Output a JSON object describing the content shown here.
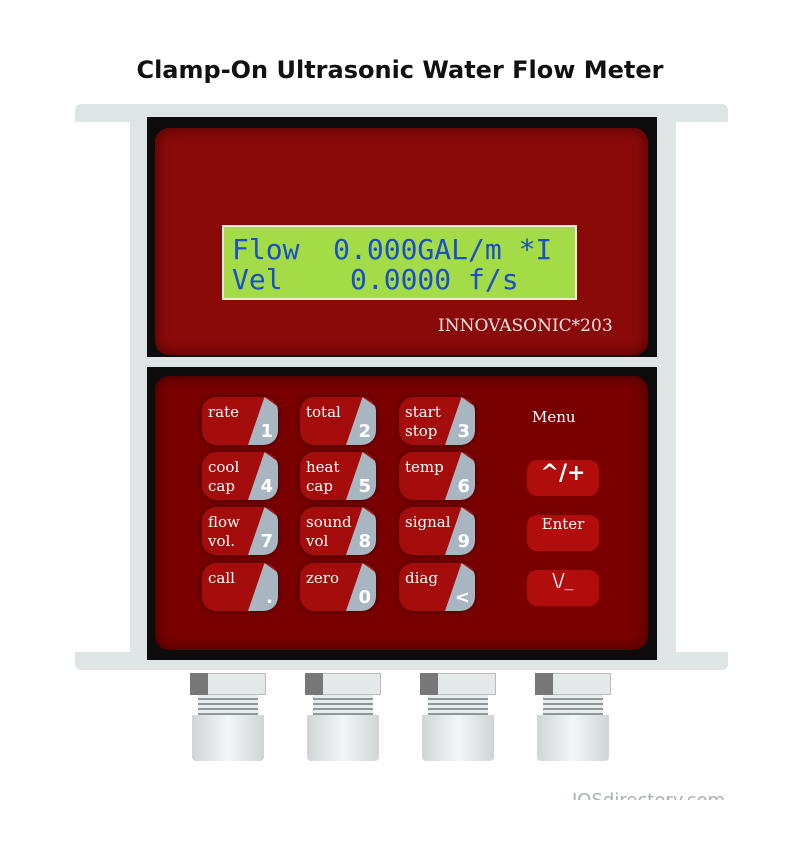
{
  "title": "Clamp-On Ultrasonic Water Flow Meter",
  "display": {
    "line1": "Flow  0.000GAL/m *I",
    "line2": "Vel    0.0000 f/s",
    "bg_color": "#a3dc46",
    "text_color": "#1a4fc8"
  },
  "brand": "INNOVASONIC*203",
  "keys": [
    {
      "label": "rate",
      "num": "1"
    },
    {
      "label": "total",
      "num": "2"
    },
    {
      "label": "start\nstop",
      "num": "3"
    },
    {
      "label": "cool\ncap",
      "num": "4"
    },
    {
      "label": "heat\ncap",
      "num": "5"
    },
    {
      "label": "temp",
      "num": "6"
    },
    {
      "label": "flow\nvol.",
      "num": "7"
    },
    {
      "label": "sound\nvol",
      "num": "8"
    },
    {
      "label": "signal",
      "num": "9"
    },
    {
      "label": "call",
      "num": "."
    },
    {
      "label": "zero",
      "num": "0"
    },
    {
      "label": "diag",
      "num": "<"
    }
  ],
  "menu": {
    "label": "Menu",
    "up": "^/+",
    "enter": "Enter",
    "down": "\\/_"
  },
  "watermark": "IQSdirectory.com",
  "colors": {
    "panel": "#8a0a0a",
    "key": "#a50c0c",
    "frame": "#dfe4e4"
  }
}
